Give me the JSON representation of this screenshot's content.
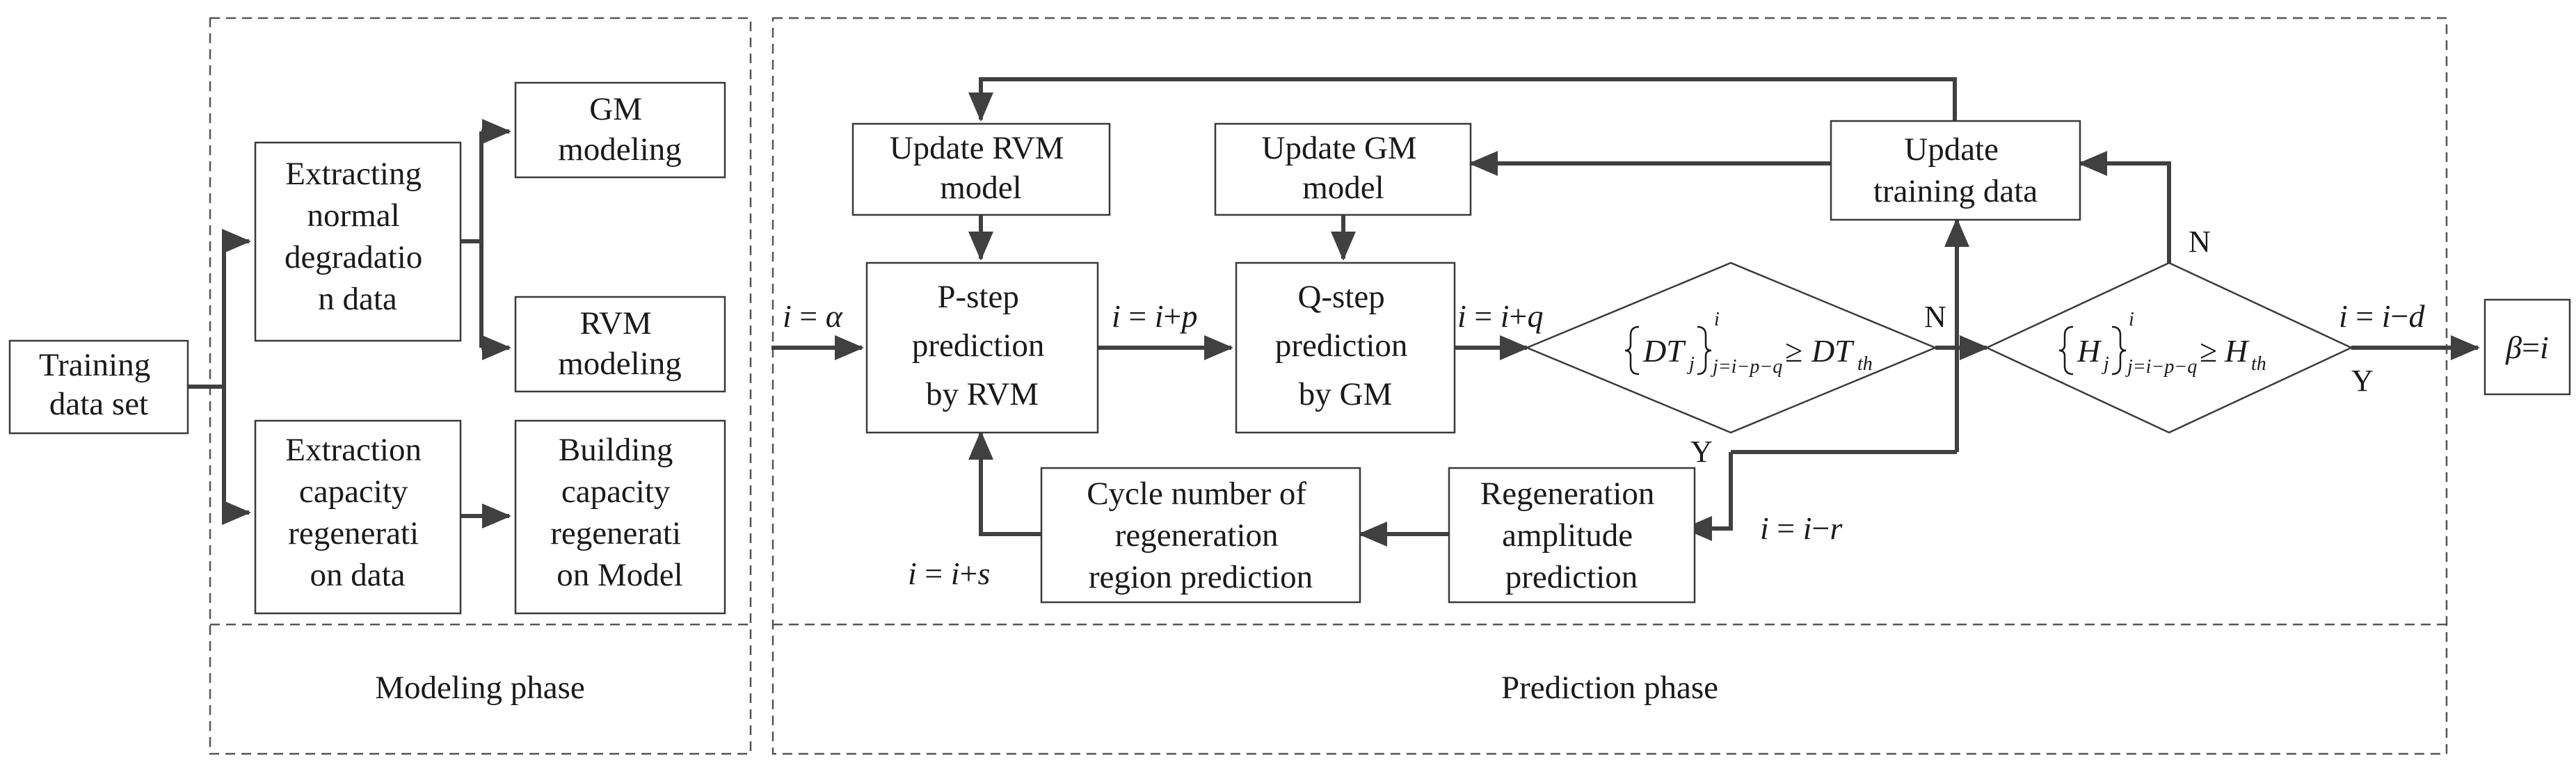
{
  "phases": {
    "modeling": "Modeling phase",
    "prediction": "Prediction phase"
  },
  "boxes": {
    "training_data_set": [
      "Training",
      "data set"
    ],
    "extract_normal": [
      "Extracting",
      "normal",
      "degradatio",
      "n data"
    ],
    "gm_modeling": [
      "GM",
      "modeling"
    ],
    "rvm_modeling": [
      "RVM",
      "modeling"
    ],
    "extract_regen": [
      "Extraction",
      "capacity",
      "regenerati",
      "on data"
    ],
    "build_regen": [
      "Building",
      "capacity",
      "regenerati",
      "on Model"
    ],
    "update_rvm": [
      "Update RVM",
      "model"
    ],
    "update_gm": [
      "Update GM",
      "model"
    ],
    "update_training": [
      "Update",
      "training data"
    ],
    "p_step": [
      "P-step",
      "prediction",
      "by RVM"
    ],
    "q_step": [
      "Q-step",
      "prediction",
      "by GM"
    ],
    "cycle_number": [
      "Cycle number of",
      "regeneration",
      "region prediction"
    ],
    "regen_amp": [
      "Regeneration",
      "amplitude",
      "prediction"
    ]
  },
  "decisions": {
    "dt": {
      "lhs": "DT",
      "lhs_sub": "j",
      "sup": "i",
      "range": "j=i−p−q",
      "op": "≥",
      "rhs": "DT",
      "rhs_sub": "th"
    },
    "h": {
      "lhs": "H",
      "lhs_sub": "j",
      "sup": "i",
      "range": "j=i−p−q",
      "op": "≥",
      "rhs": "H",
      "rhs_sub": "th"
    }
  },
  "labels": {
    "i_alpha": {
      "lhs": "i",
      "rhs": "α"
    },
    "i_p": {
      "lhs": "i",
      "rhs": "i",
      "op": "+",
      "term": "p"
    },
    "i_q": {
      "lhs": "i",
      "rhs": "i",
      "op": "+",
      "term": "q"
    },
    "i_r": {
      "lhs": "i",
      "rhs": "i",
      "op": "−",
      "term": "r"
    },
    "i_s": {
      "lhs": "i",
      "rhs": "i",
      "op": "+",
      "term": "s"
    },
    "i_d": {
      "lhs": "i",
      "rhs": "i",
      "op": "−",
      "term": "d"
    }
  },
  "branch_labels": {
    "dt_no": "N",
    "dt_yes": "Y",
    "h_no": "N",
    "h_yes": "Y"
  },
  "result": {
    "lhs": "β",
    "rhs": "i"
  }
}
